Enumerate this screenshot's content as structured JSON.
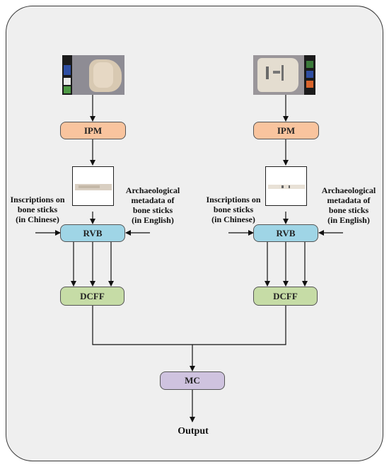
{
  "frame": {
    "background": "#efefef",
    "border": "#3a3a3a"
  },
  "boxes": {
    "ipm": "IPM",
    "rvb": "RVB",
    "dcff": "DCFF",
    "mc": "MC"
  },
  "colors": {
    "ipm": "#f9c49e",
    "rvb": "#9fd5e6",
    "dcff": "#c6dca6",
    "mc": "#cfc3df"
  },
  "inputs": {
    "chinese_line1": "Inscriptions on",
    "chinese_line2": "bone sticks",
    "chinese_line3": "(in Chinese)",
    "english_line1": "Archaeological",
    "english_line2": "metadata  of",
    "english_line3": "bone sticks",
    "english_line4": "(in English)"
  },
  "output_label": "Output",
  "images": {
    "left_photo": "bone-stick-photo",
    "right_photo": "bone-stick-photo",
    "left_crop": "cropped-bone-stick",
    "right_crop": "cropped-bone-stick"
  }
}
